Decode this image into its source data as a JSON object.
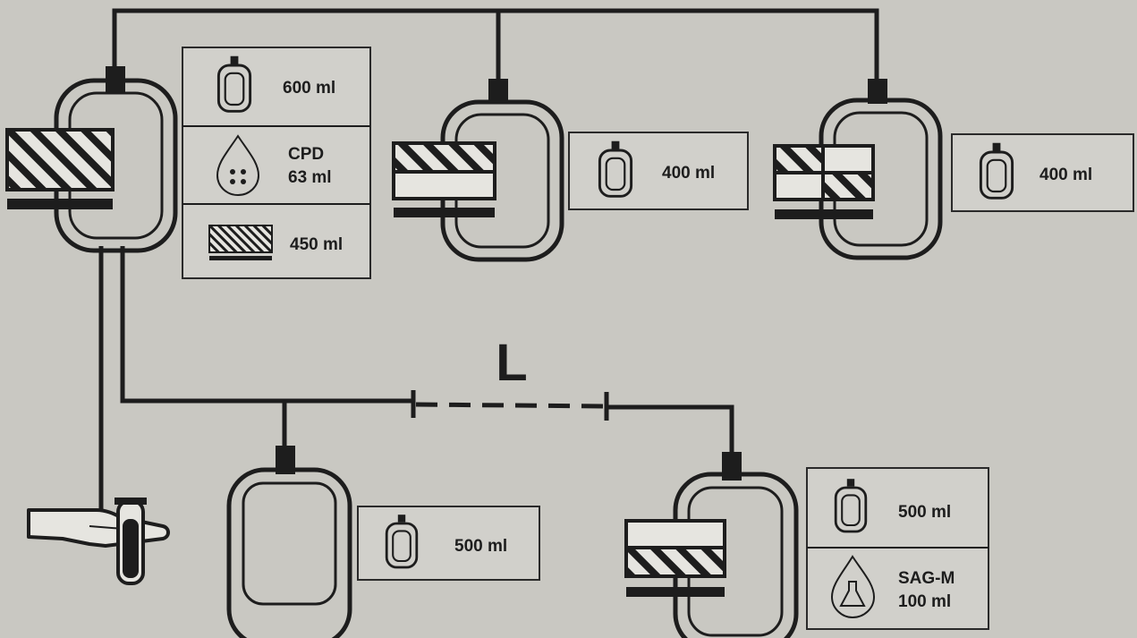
{
  "colors": {
    "background": "#c9c8c2",
    "ink": "#1d1d1d",
    "panel": "#d1d0cb"
  },
  "primary_bag": {
    "volume": "600 ml",
    "anticoagulant_name": "CPD",
    "anticoagulant_volume": "63 ml",
    "collection_volume": "450 ml"
  },
  "satellite_bag_1": {
    "volume": "400 ml"
  },
  "satellite_bag_2": {
    "volume": "400 ml"
  },
  "sampling_bag": {
    "volume": "500 ml"
  },
  "additive_bag": {
    "volume": "500 ml",
    "solution_name": "SAG-M",
    "solution_volume": "100 ml"
  },
  "leukocyte_filter": {
    "label": "L"
  },
  "icons": [
    "bag-icon",
    "drop-icon",
    "hatched-layer-icon",
    "flask-drop-icon",
    "hand-test-tube-icon"
  ]
}
